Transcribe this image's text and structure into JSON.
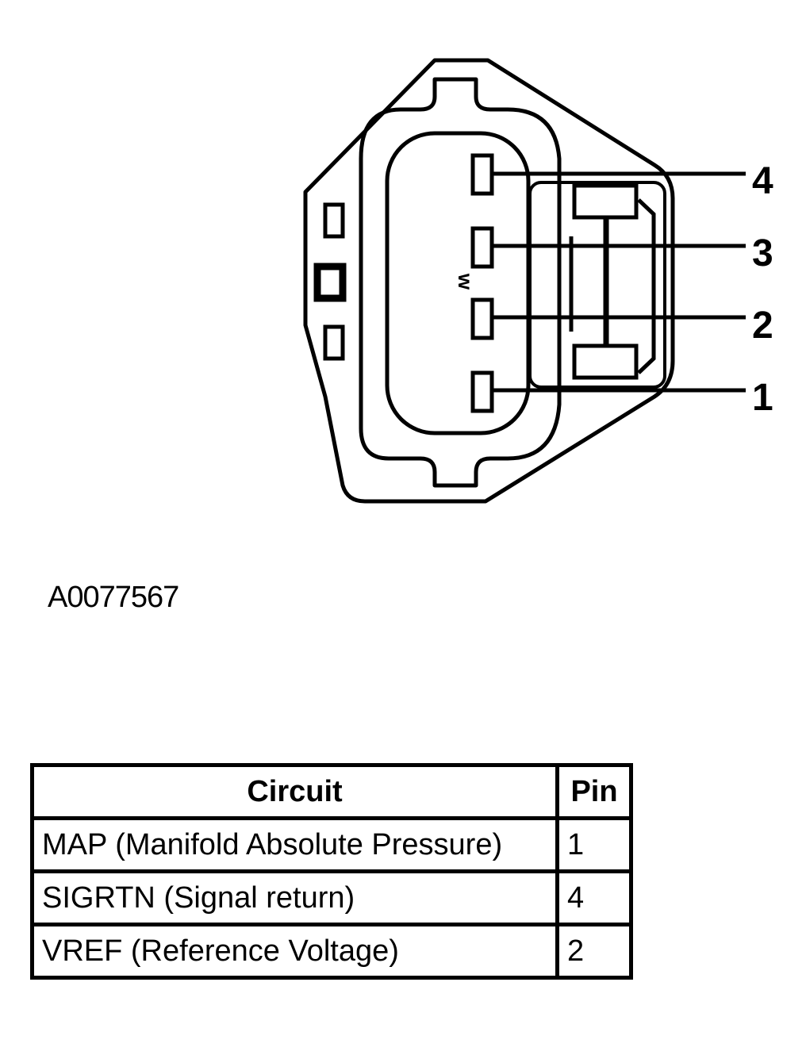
{
  "diagram": {
    "pin_labels": [
      "4",
      "3",
      "2",
      "1"
    ],
    "index_mark": "w",
    "reference_code": "A0077567"
  },
  "table": {
    "headers": {
      "circuit": "Circuit",
      "pin": "Pin"
    },
    "rows": [
      {
        "circuit": "MAP (Manifold Absolute Pressure)",
        "pin": "1"
      },
      {
        "circuit": "SIGRTN (Signal return)",
        "pin": "4"
      },
      {
        "circuit": "VREF (Reference Voltage)",
        "pin": "2"
      }
    ]
  }
}
